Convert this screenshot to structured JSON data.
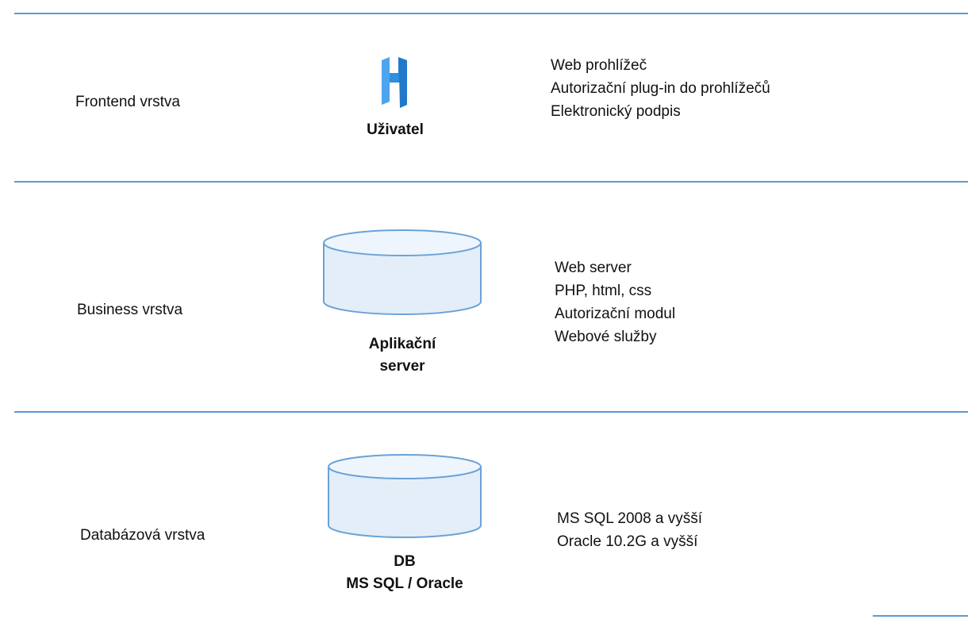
{
  "colors": {
    "divider": "#5b9bd5",
    "cylinder_fill": "#e4eef8",
    "cylinder_stroke": "#6aa2d8",
    "user_icon": "#2f8fe0"
  },
  "layers": [
    {
      "label": "Frontend vrstva",
      "node": {
        "icon": "user-icon",
        "caption_lines": [
          "Uživatel"
        ]
      },
      "items": [
        "Web prohlížeč",
        "Autorizační plug-in do prohlížečů",
        "Elektronický podpis"
      ]
    },
    {
      "label": "Business vrstva",
      "node": {
        "icon": "server-cylinder-icon",
        "caption_lines": [
          "Aplikační",
          "server"
        ]
      },
      "items": [
        "Web server",
        "PHP, html, css",
        "Autorizační modul",
        "Webové služby"
      ]
    },
    {
      "label": "Databázová vrstva",
      "node": {
        "icon": "database-cylinder-icon",
        "caption_lines": [
          "DB",
          "MS SQL / Oracle"
        ]
      },
      "items": [
        "MS SQL 2008 a vyšší",
        "Oracle 10.2G a vyšší"
      ]
    }
  ]
}
